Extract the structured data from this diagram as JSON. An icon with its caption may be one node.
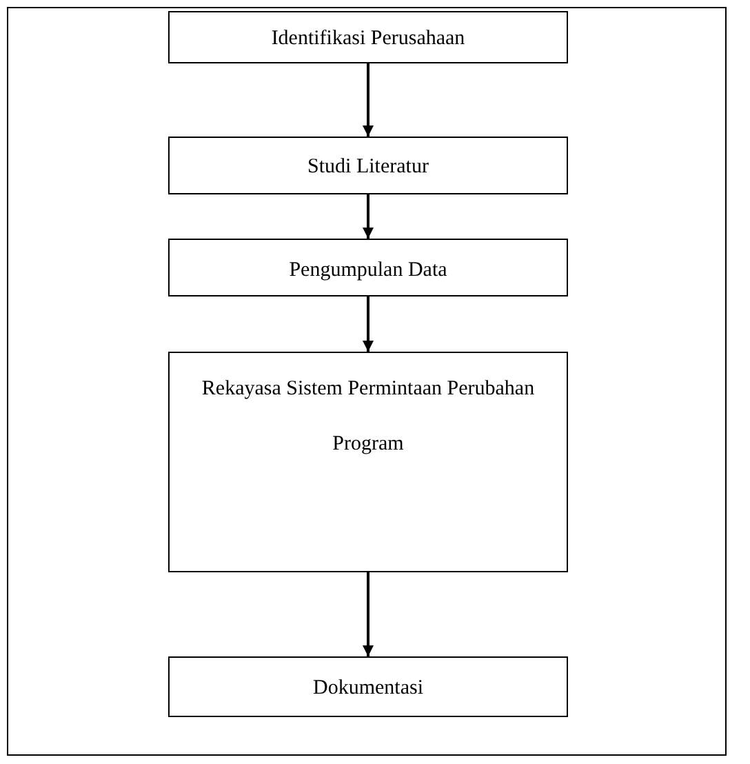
{
  "diagram": {
    "nodes": [
      {
        "text": [
          "Identifikasi Perusahaan"
        ]
      },
      {
        "text": [
          "Studi Literatur"
        ]
      },
      {
        "text": [
          "Pengumpulan Data"
        ]
      },
      {
        "text": [
          "Rekayasa Sistem Permintaan Perubahan Program"
        ]
      },
      {
        "text": [
          "Dokumentasi"
        ]
      }
    ],
    "edges": [
      {
        "from": 0,
        "to": 1,
        "arrow": "to"
      },
      {
        "from": 1,
        "to": 2,
        "arrow": "to"
      },
      {
        "from": 2,
        "to": 3,
        "arrow": "to"
      },
      {
        "from": 3,
        "to": 4,
        "arrow": "to"
      }
    ]
  }
}
